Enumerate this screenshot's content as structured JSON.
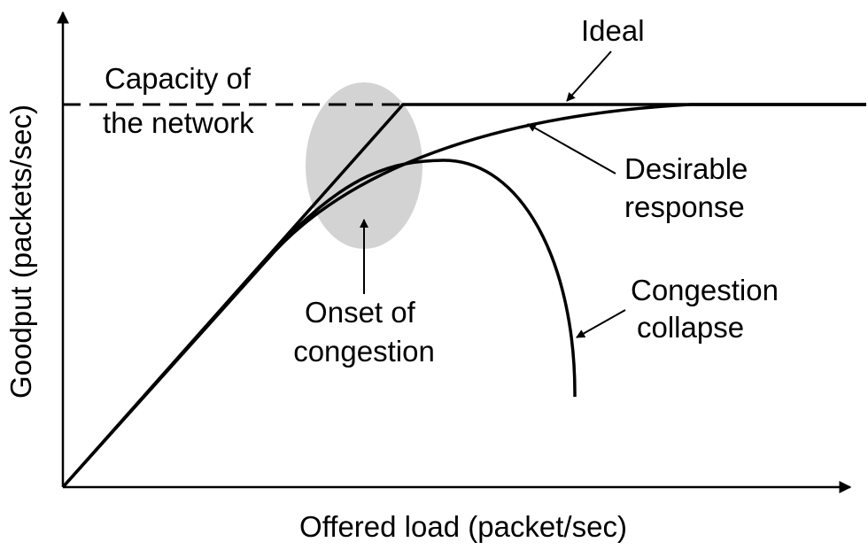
{
  "diagram": {
    "x_axis_label": "Offered load (packet/sec)",
    "y_axis_label": "Goodput (packets/sec)",
    "capacity_label": [
      "Capacity of",
      "the network"
    ],
    "ideal_label": "Ideal",
    "desirable_label": [
      "Desirable",
      "response"
    ],
    "collapse_label": [
      "Congestion",
      "collapse"
    ],
    "onset_label": [
      "Onset of",
      "congestion"
    ],
    "colors": {
      "stroke": "#000000",
      "onset_region": "#d3d3d3",
      "background": "#ffffff"
    }
  }
}
